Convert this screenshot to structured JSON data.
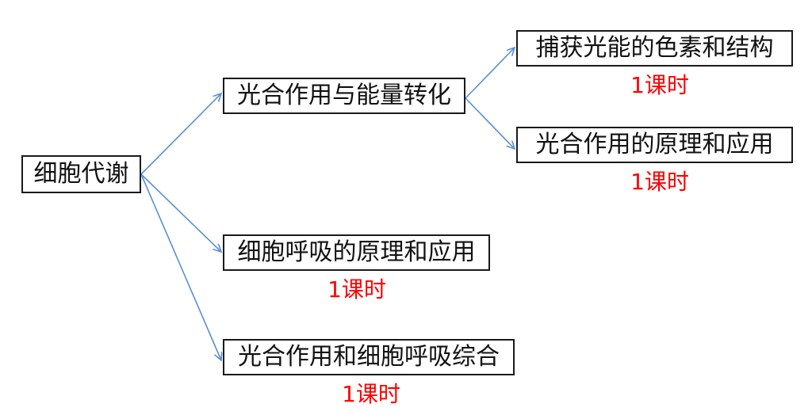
{
  "root": {
    "label": "细胞代谢"
  },
  "level1": [
    {
      "label": "光合作用与能量转化",
      "hours": ""
    },
    {
      "label": "细胞呼吸的原理和应用",
      "hours": "1课时"
    },
    {
      "label": "光合作用和细胞呼吸综合",
      "hours": "1课时"
    }
  ],
  "level2": [
    {
      "label": "捕获光能的色素和结构",
      "hours": "1课时"
    },
    {
      "label": "光合作用的原理和应用",
      "hours": "1课时"
    }
  ],
  "colors": {
    "arrow": "#5b8fd6",
    "hours_text": "#ff0000",
    "box_border": "#1a1a1a"
  }
}
